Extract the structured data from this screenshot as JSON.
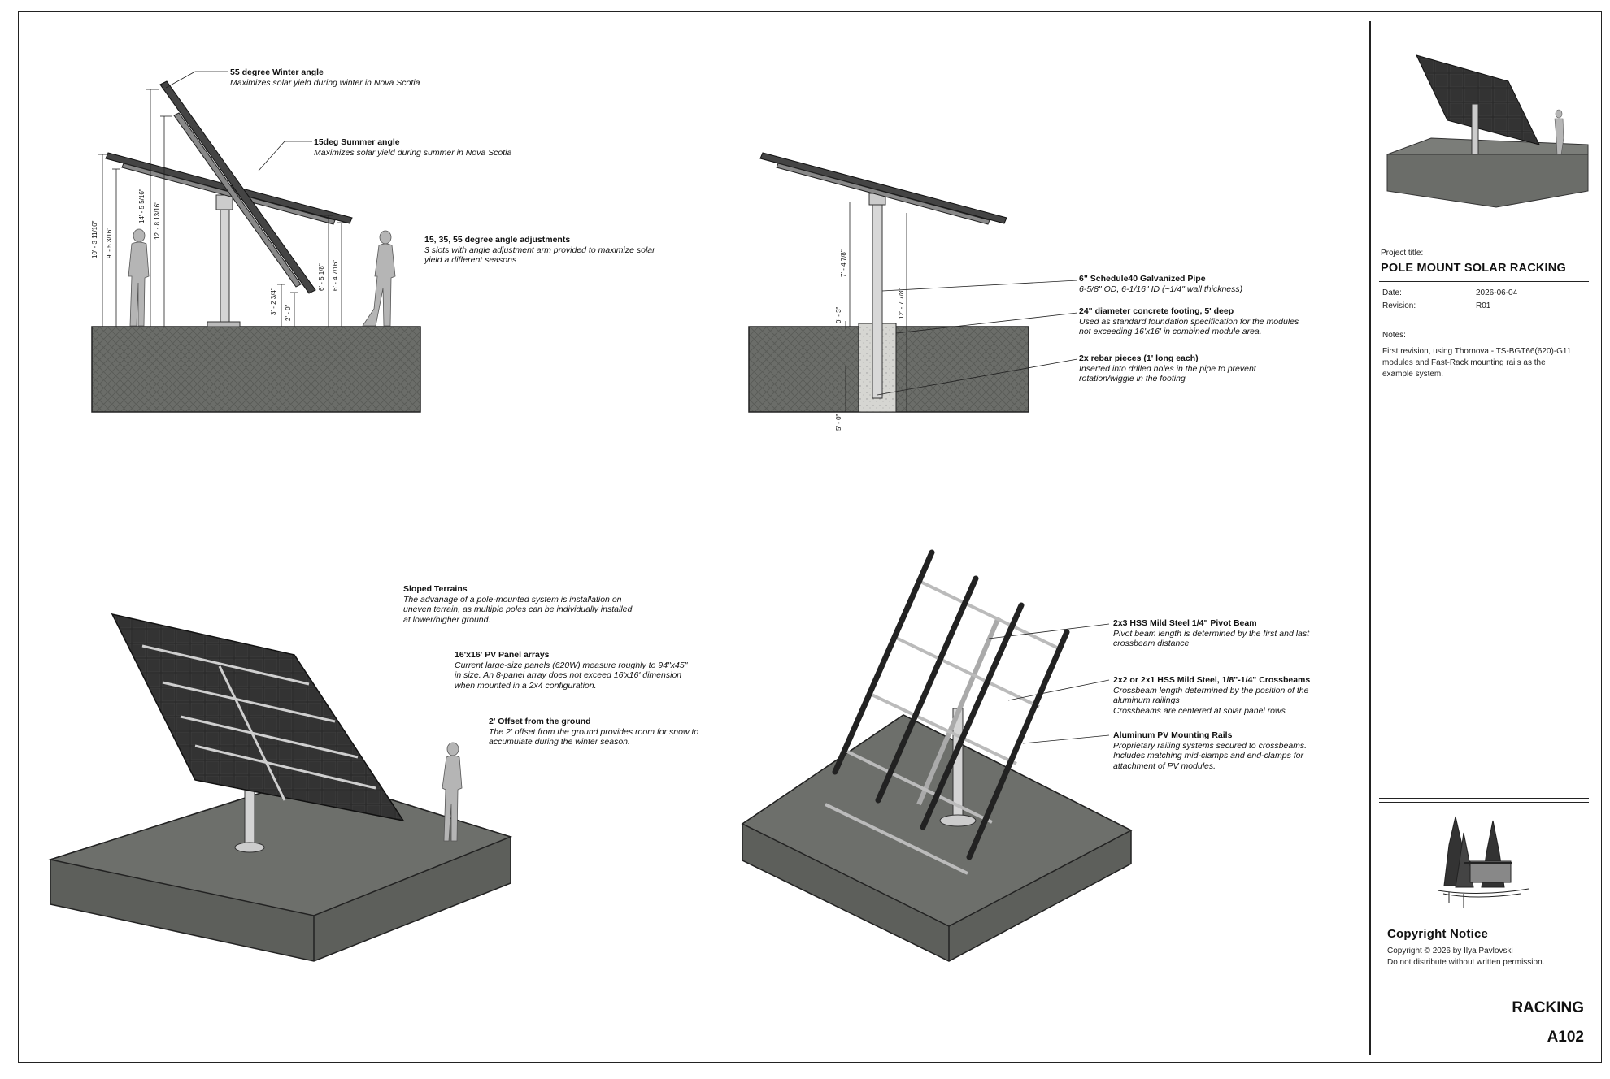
{
  "views": {
    "elevation": {
      "winter": {
        "title": "55 degree Winter angle",
        "desc": "Maximizes solar yield during winter in Nova Scotia"
      },
      "summer": {
        "title": "15deg Summer angle",
        "desc": "Maximizes solar yield during summer in Nova Scotia"
      },
      "adjust": {
        "title": "15, 35, 55 degree angle adjustments",
        "desc1": "3 slots with angle adjustment arm provided to maximize solar",
        "desc2": "yield a different seasons"
      },
      "dims": [
        "10' - 3 11/16\"",
        "9' - 5 3/16\"",
        "14' - 5 5/16\"",
        "12' - 8 13/16\"",
        "3' - 2 3/4\"",
        "2' - 0\"",
        "6' - 5 1/8\"",
        "6' - 4 7/16\""
      ]
    },
    "section": {
      "pipe": {
        "title": "6\" Schedule40 Galvanized Pipe",
        "desc": "6-5/8\" OD, 6-1/16\" ID (~1/4\" wall thickness)"
      },
      "footing": {
        "title": "24\" diameter concrete footing, 5' deep",
        "desc1": "Used as standard foundation specification for the modules",
        "desc2": "not exceeding 16'x16' in combined module area."
      },
      "rebar": {
        "title": "2x rebar pieces (1' long each)",
        "desc1": "Inserted into drilled holes in the pipe to prevent",
        "desc2": "rotation/wiggle in the footing"
      },
      "dims": [
        "7' - 4 7/8\"",
        "12' - 7 7/8\"",
        "0' - 3\"",
        "5' - 0\""
      ]
    },
    "iso_panels": {
      "sloped": {
        "title": "Sloped Terrains",
        "desc1": "The advanage of a pole-mounted system is installation on",
        "desc2": "uneven terrain, as multiple poles can be individually installed",
        "desc3": "at lower/higher ground."
      },
      "arrays": {
        "title": "16'x16' PV Panel arrays",
        "desc1": "Current large-size panels (620W) measure roughly to 94\"x45\"",
        "desc2": "in size. An 8-panel array does not exceed 16'x16' dimension",
        "desc3": "when mounted in a 2x4 configuration."
      },
      "offset": {
        "title": "2' Offset from the ground",
        "desc1": "The 2' offset from the ground provides room for snow to",
        "desc2": "accumulate during the winter season."
      }
    },
    "iso_frame": {
      "pivot": {
        "title": "2x3  HSS Mild Steel 1/4\" Pivot Beam",
        "desc1": "Pivot beam length is determined by the first and last",
        "desc2": "crossbeam distance"
      },
      "cross": {
        "title": "2x2 or 2x1 HSS Mild Steel, 1/8\"-1/4\" Crossbeams",
        "desc1": "Crossbeam length determined by the position of the",
        "desc2": "aluminum railings",
        "desc3": "Crossbeams are centered at solar panel rows"
      },
      "rails": {
        "title": "Aluminum PV Mounting Rails",
        "desc1": "Proprietary railing systems secured to crossbeams.",
        "desc2": "Includes matching mid-clamps and end-clamps for",
        "desc3": "attachment of PV modules."
      }
    }
  },
  "title_block": {
    "project_label": "Project title:",
    "project_title": "POLE MOUNT SOLAR RACKING",
    "date_label": "Date:",
    "date_value": "2026-06-04",
    "revision_label": "Revision:",
    "revision_value": "R01",
    "notes_label": "Notes:",
    "notes_text1": "First revision, using Thornova - TS-BGT66(620)-G11",
    "notes_text2": "modules and Fast-Rack mounting rails as the",
    "notes_text3": "example system.",
    "copyright_title": "Copyright Notice",
    "copyright_line1": "Copyright © 2026 by Ilya Pavlovski",
    "copyright_line2": "Do not distribute without written permission.",
    "sheet_name": "RACKING",
    "sheet_number": "A102"
  },
  "colors": {
    "ground": "#6b6d69",
    "ground_dark": "#4e504c",
    "steel": "#c9c9c9",
    "panel": "#222222",
    "figure": "#b5b5b5"
  }
}
